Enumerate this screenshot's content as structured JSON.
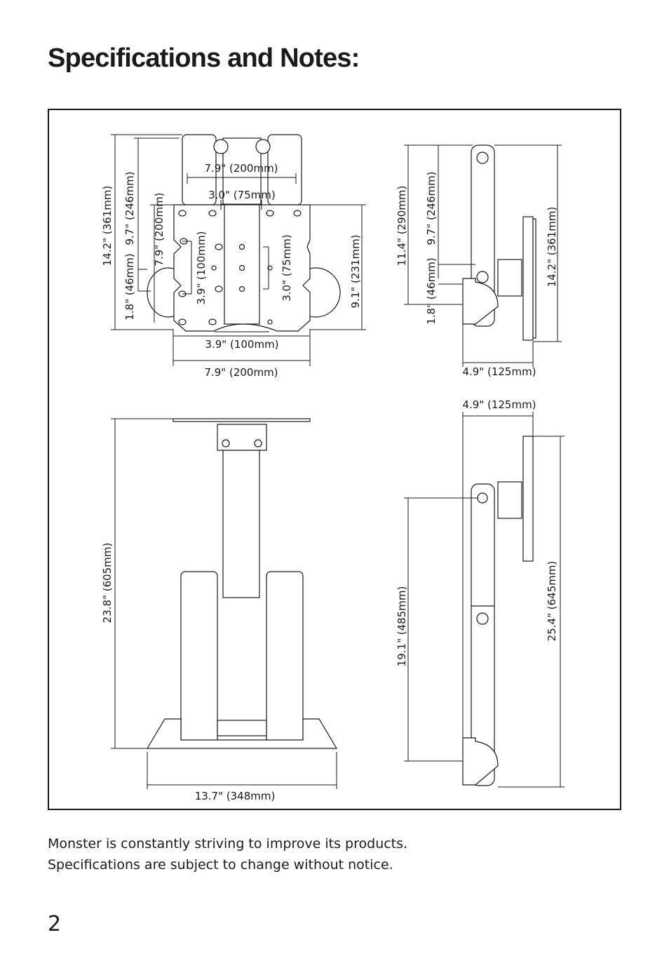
{
  "page": {
    "title": "Specifications and Notes:",
    "notes": [
      "Monster is constantly striving to improve its products.",
      "Specifications are subject to change without notice."
    ],
    "page_number": "2"
  },
  "diagram": {
    "front_view": {
      "top_width": "7.9\" (200mm)",
      "inner_width": "3.0\" (75mm)",
      "bottom_inner_width": "3.9\" (100mm)",
      "bottom_width": "7.9\" (200mm)",
      "total_height": "14.2\" (361mm)",
      "upper_height": "9.7\" (246mm)",
      "vesa_height_200": "7.9\" (200mm)",
      "lower_offset": "1.8\" (46mm)",
      "vesa_height_100": "3.9\" (100mm)",
      "vesa_height_75": "3.0\" (75mm)",
      "plate_height": "9.1\" (231mm)"
    },
    "side_view_folded": {
      "height_290": "11.4\" (290mm)",
      "height_246": "9.7\" (246mm)",
      "offset_46": "1.8\" (46mm)",
      "total_height": "14.2\" (361mm)",
      "depth": "4.9\" (125mm)"
    },
    "front_view_extended": {
      "height": "23.8\" (605mm)",
      "width": "13.7\" (348mm)"
    },
    "side_view_extended": {
      "depth": "4.9\" (125mm)",
      "arm_height": "19.1\" (485mm)",
      "total_height": "25.4\" (645mm)"
    }
  }
}
